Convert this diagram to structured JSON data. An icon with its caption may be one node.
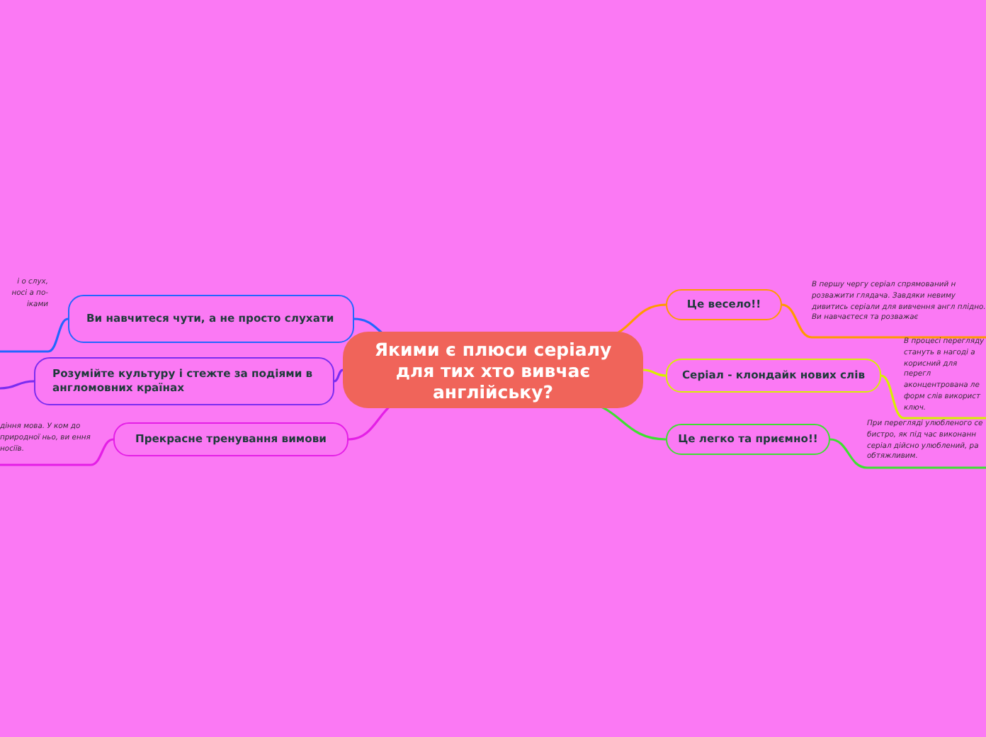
{
  "diagram": {
    "nodes": [
      {
        "text": [
          "Якими є плюси серіалу для тих хто вивчає англійську?"
        ]
      },
      {
        "text": [
          "Ви навчитеся чути, а не просто слухати"
        ]
      },
      {
        "text": [
          "і о слух, носі а по- іками"
        ]
      },
      {
        "text": [
          "Розумійте культуру і стежте за подіями в англомовних країнах"
        ]
      },
      {
        "text": [
          "Прекрасне тренування вимови"
        ]
      },
      {
        "text": [
          "діння мова. У ком до природної ньо, ви ення носіїв."
        ]
      },
      {
        "text": [
          "Це весело!!"
        ]
      },
      {
        "text": [
          "В першу чергу серіал спрямований н розважити глядача. Завдяки невиму дивитись серіали для вивчення англ плідно. Ви навчаєтеся та розважає"
        ]
      },
      {
        "text": [
          "Серіал - клондайк нових слів"
        ]
      },
      {
        "text": [
          "В процесі перегляду стануть в нагоді а корисний для перегл аконцентрована ле форм слів використ ключ."
        ]
      },
      {
        "text": [
          "Це легко та приємно!!"
        ]
      },
      {
        "text": [
          "При перегляді улюбленого се бистро, як під час виконанн серіал дійсно улюблений, ра обтяжливим."
        ]
      }
    ],
    "edges": [
      {
        "from": 0,
        "to": 1,
        "arrow": "none",
        "color": "#2266ff"
      },
      {
        "from": 1,
        "to": 2,
        "arrow": "none",
        "color": "#2266ff"
      },
      {
        "from": 0,
        "to": 3,
        "arrow": "none",
        "color": "#7a2cf0"
      },
      {
        "from": 3,
        "to": null,
        "arrow": "none",
        "color": "#7a2cf0"
      },
      {
        "from": 0,
        "to": 4,
        "arrow": "none",
        "color": "#e41ee6"
      },
      {
        "from": 4,
        "to": 5,
        "arrow": "none",
        "color": "#e41ee6"
      },
      {
        "from": 0,
        "to": 6,
        "arrow": "none",
        "color": "#ff9a00"
      },
      {
        "from": 6,
        "to": 7,
        "arrow": "none",
        "color": "#ff9a00"
      },
      {
        "from": 0,
        "to": 8,
        "arrow": "none",
        "color": "#d8f000"
      },
      {
        "from": 8,
        "to": 9,
        "arrow": "none",
        "color": "#d8f000"
      },
      {
        "from": 0,
        "to": 10,
        "arrow": "none",
        "color": "#3ee030"
      },
      {
        "from": 10,
        "to": 11,
        "arrow": "none",
        "color": "#3ee030"
      }
    ]
  }
}
